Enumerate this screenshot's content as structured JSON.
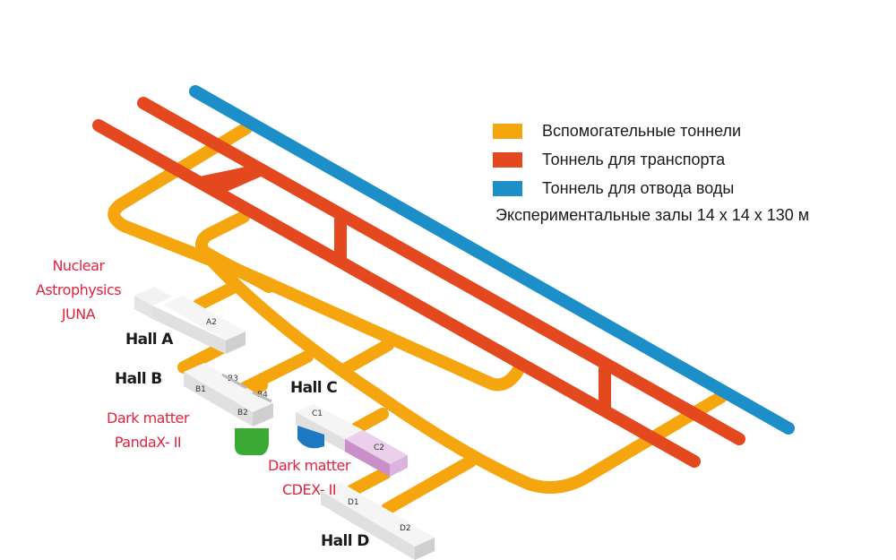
{
  "legend": {
    "items": [
      {
        "label": "Вспомогательные тоннели",
        "color": "#f5a60f"
      },
      {
        "label": "Тоннель для транспорта",
        "color": "#e4481f"
      },
      {
        "label": "Тоннель для отвода воды",
        "color": "#1c8fc8"
      }
    ],
    "note": "Экспериментальные залы 14 x 14 x 130 м"
  },
  "experiments": {
    "juna": [
      "Nuclear",
      "Astrophysics",
      "JUNA"
    ],
    "pandax": [
      "Dark matter",
      "PandaX- II"
    ],
    "cdex": [
      "Dark matter",
      "CDEX- II"
    ]
  },
  "halls": {
    "a": {
      "label": "Hall A",
      "sections": [
        "A2"
      ]
    },
    "b": {
      "label": "Hall B",
      "sections": [
        "B1",
        "B2",
        "B3",
        "B4"
      ]
    },
    "c": {
      "label": "Hall C",
      "sections": [
        "C1",
        "C2"
      ]
    },
    "d": {
      "label": "Hall D",
      "sections": [
        "D1",
        "D2"
      ]
    }
  },
  "colors": {
    "auxiliary": "#f5a60f",
    "transport": "#e4481f",
    "drainage": "#1c8fc8",
    "pandax_detector": "#3aaa35",
    "cdex_detector": "#1f79c2",
    "c2_box": "#dcb3dc"
  }
}
